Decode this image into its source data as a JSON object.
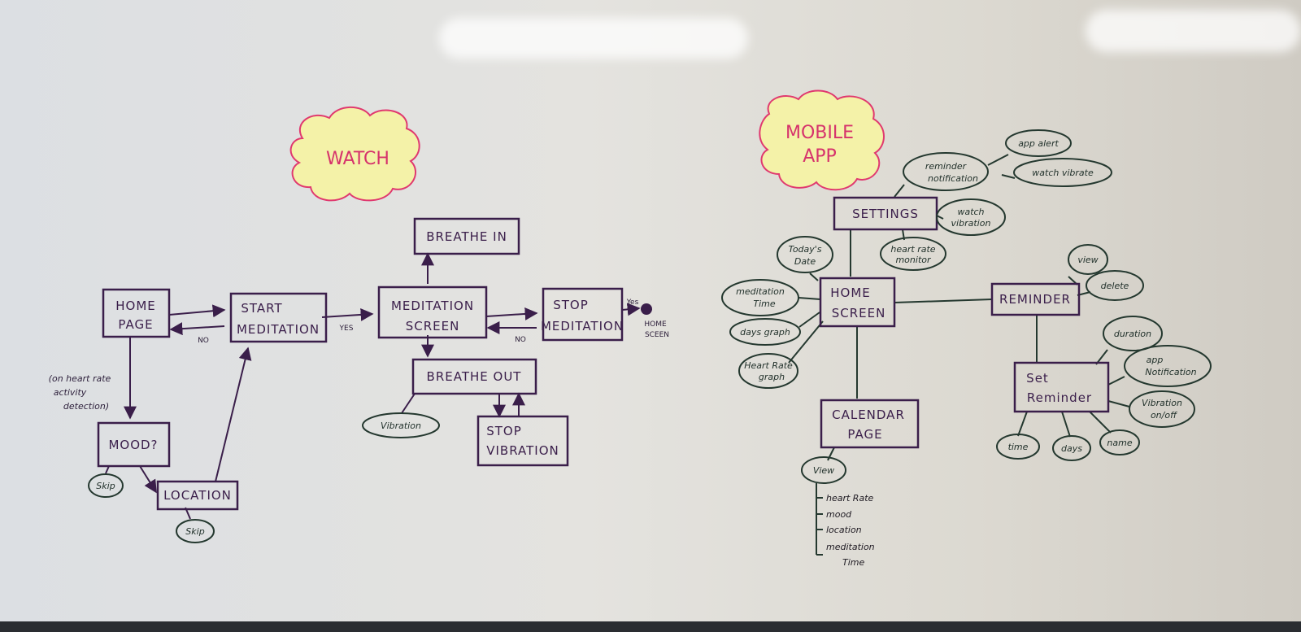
{
  "watch": {
    "title": "WATCH",
    "home_page": [
      "HOME",
      "PAGE"
    ],
    "start_meditation": [
      "START",
      "MEDITATION"
    ],
    "meditation_screen": [
      "MEDITATION",
      "SCREEN"
    ],
    "breathe_in": "BREATHE IN",
    "breathe_out": "BREATHE OUT",
    "stop_meditation": [
      "STOP",
      "MEDITATION"
    ],
    "stop_vibration": [
      "STOP",
      "VIBRATION"
    ],
    "mood": "MOOD?",
    "location": "LOCATION",
    "vibration": "Vibration",
    "skip": "Skip",
    "yes": "YES",
    "no": "NO",
    "yes_small": "Yes",
    "home_sceen": [
      "HOME",
      "SCEEN"
    ],
    "trigger_note": [
      "(on heart rate",
      "activity",
      "detection)"
    ]
  },
  "mobile": {
    "title": [
      "MOBILE",
      "APP"
    ],
    "settings": "SETTINGS",
    "home_screen": [
      "HOME",
      "SCREEN"
    ],
    "reminder": "REMINDER",
    "set_reminder": [
      "Set",
      "Reminder"
    ],
    "calendar_page": [
      "CALENDAR",
      "PAGE"
    ],
    "reminder_notification": [
      "reminder",
      "notification"
    ],
    "app_alert": "app alert",
    "watch_vibrate": "watch vibrate",
    "watch_vibration": [
      "watch",
      "vibration"
    ],
    "heart_rate_monitor": [
      "heart rate",
      "monitor"
    ],
    "todays_date": [
      "Today's",
      "Date"
    ],
    "meditation_time": [
      "meditation",
      "Time"
    ],
    "days_graph": "days graph",
    "heart_rate_graph": [
      "Heart Rate",
      "graph"
    ],
    "view": "view",
    "delete": "delete",
    "duration": "duration",
    "app_notification": [
      "app",
      "Notification"
    ],
    "vibration_onoff": [
      "Vibration",
      "on/off"
    ],
    "time": "time",
    "days": "days",
    "name": "name",
    "calendar_view": "View",
    "calendar_list": [
      "heart Rate",
      "mood",
      "location",
      "meditation",
      "Time"
    ]
  },
  "colors": {
    "ink_purple": "#3a1e4a",
    "ink_green": "#24382f",
    "cloud_outline": "#e0396f",
    "cloud_fill": "#f4f2a8"
  }
}
